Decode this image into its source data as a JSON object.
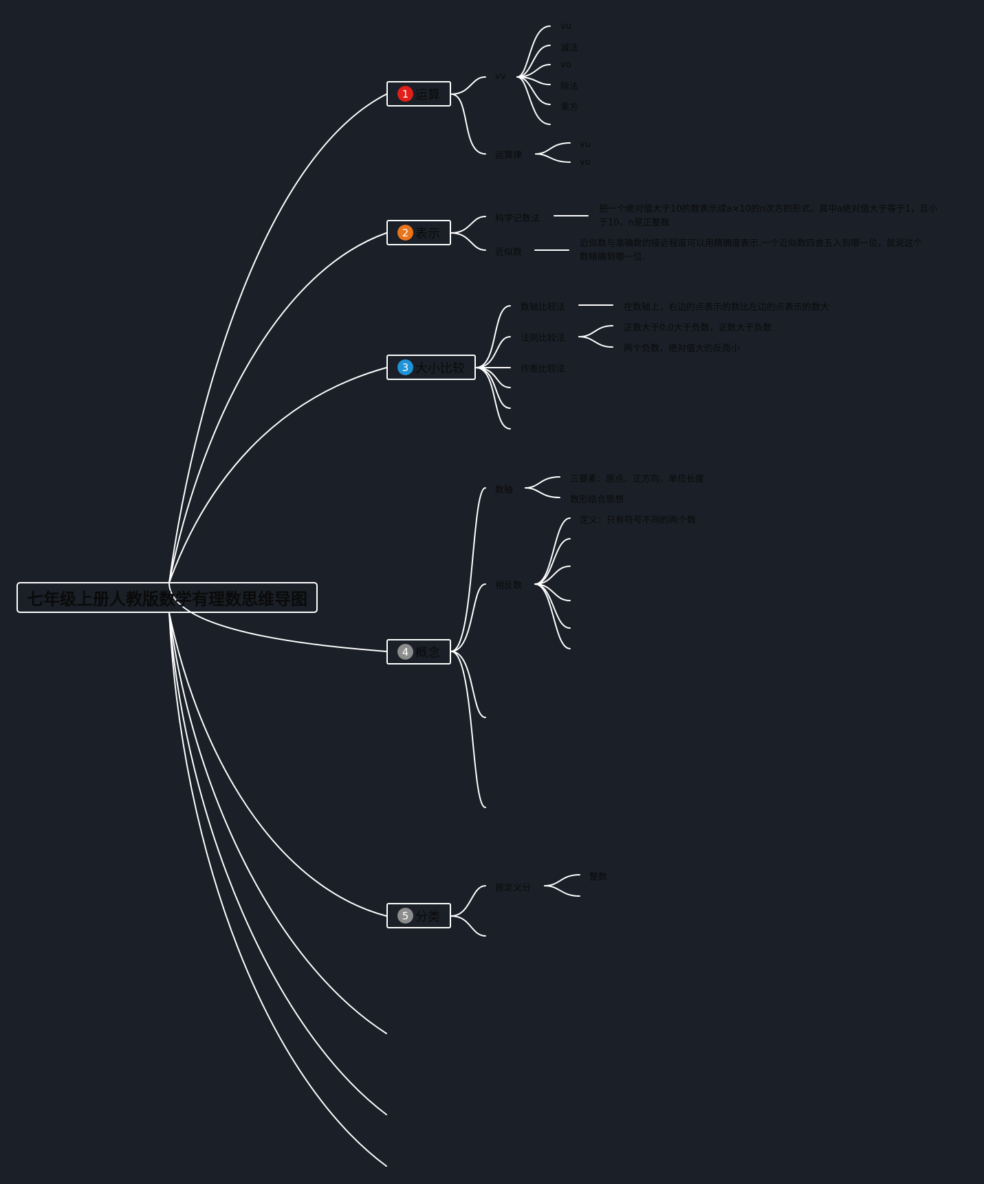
{
  "root": {
    "title": "七年级上册人教版数学有理数思维导图"
  },
  "topics": [
    {
      "num": "1",
      "label": "运算",
      "badge_color": "#e0201b"
    },
    {
      "num": "2",
      "label": "表示",
      "badge_color": "#e8741c"
    },
    {
      "num": "3",
      "label": "大小比较",
      "badge_color": "#1f93d8"
    },
    {
      "num": "4",
      "label": "概念",
      "badge_color": "#8c8c8c"
    },
    {
      "num": "5",
      "label": "分类",
      "badge_color": "#8c8c8c"
    }
  ],
  "ops": {
    "vv": "vv",
    "items": [
      "vu",
      "减法",
      "vo",
      "除法",
      "乘方"
    ],
    "laws": "运算律",
    "law_items": [
      "vu",
      "vo"
    ]
  },
  "repr": {
    "sci": "科学记数法",
    "sci_note": "把一个绝对值大于10的数表示成a×10的n次方的形式。其中a绝对值大于等于1，且小于10，n是正整数",
    "approx": "近似数",
    "approx_note": "近似数与准确数的接近程度可以用精确度表示.一个近似数四舍五入到哪一位，就说这个数精确到哪一位."
  },
  "compare": {
    "axis": "数轴比较法",
    "axis_note": "在数轴上，右边的点表示的数比左边的点表示的数大",
    "rule": "法则比较法",
    "rule_items": [
      "正数大于0.0大于负数，正数大于负数",
      "两个负数，绝对值大的反而小"
    ],
    "diff": "作差比较法"
  },
  "concept": {
    "axis": "数轴",
    "axis_items": [
      "三要素：原点、正方向、单位长度",
      "数形结合思想"
    ],
    "opposite": "相反数",
    "opposite_items": [
      "定义：只有符号不同的两个数"
    ]
  },
  "classify": {
    "bydef": "按定义分",
    "bydef_items": [
      "整数"
    ]
  },
  "colors": {
    "background": "#1b2028",
    "line": "#ffffff",
    "text": "#0a0a0a"
  }
}
